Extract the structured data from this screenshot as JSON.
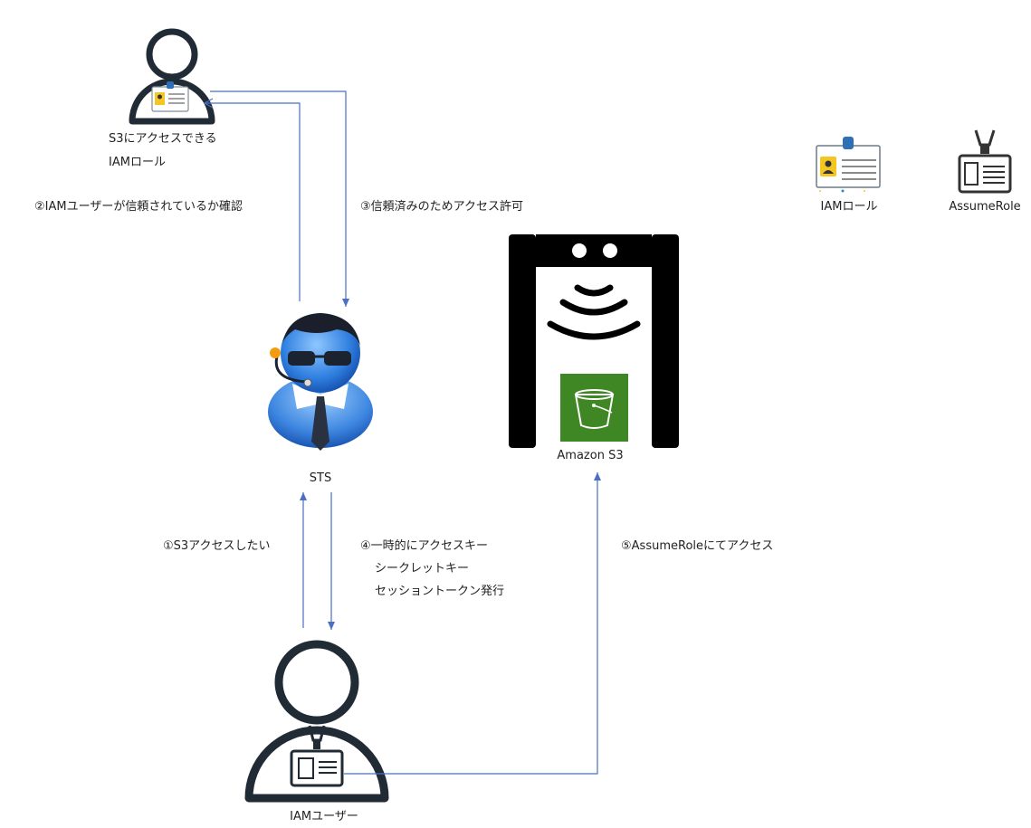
{
  "nodes": {
    "iam_role": {
      "line1": "S3にアクセスできる",
      "line2": "IAMロール"
    },
    "sts": {
      "label": "STS"
    },
    "s3": {
      "label": "Amazon S3"
    },
    "iam_user": {
      "label": "IAMユーザー"
    }
  },
  "steps": {
    "step1": "①S3アクセスしたい",
    "step2": "②IAMユーザーが信頼されているか確認",
    "step3": "③信頼済みのためアクセス許可",
    "step4_line1": "④一時的にアクセスキー",
    "step4_line2": "シークレットキー",
    "step4_line3": "セッショントークン発行",
    "step5": "⑤AssumeRoleにてアクセス"
  },
  "legend": {
    "iam_role": "IAMロール",
    "assume_role": "AssumeRole"
  },
  "colors": {
    "arrow": "#4a6fc4",
    "outline": "#212b36",
    "s3_green": "#3f8624",
    "badge_blue": "#2e6fb5",
    "badge_yellow": "#f3c623"
  }
}
